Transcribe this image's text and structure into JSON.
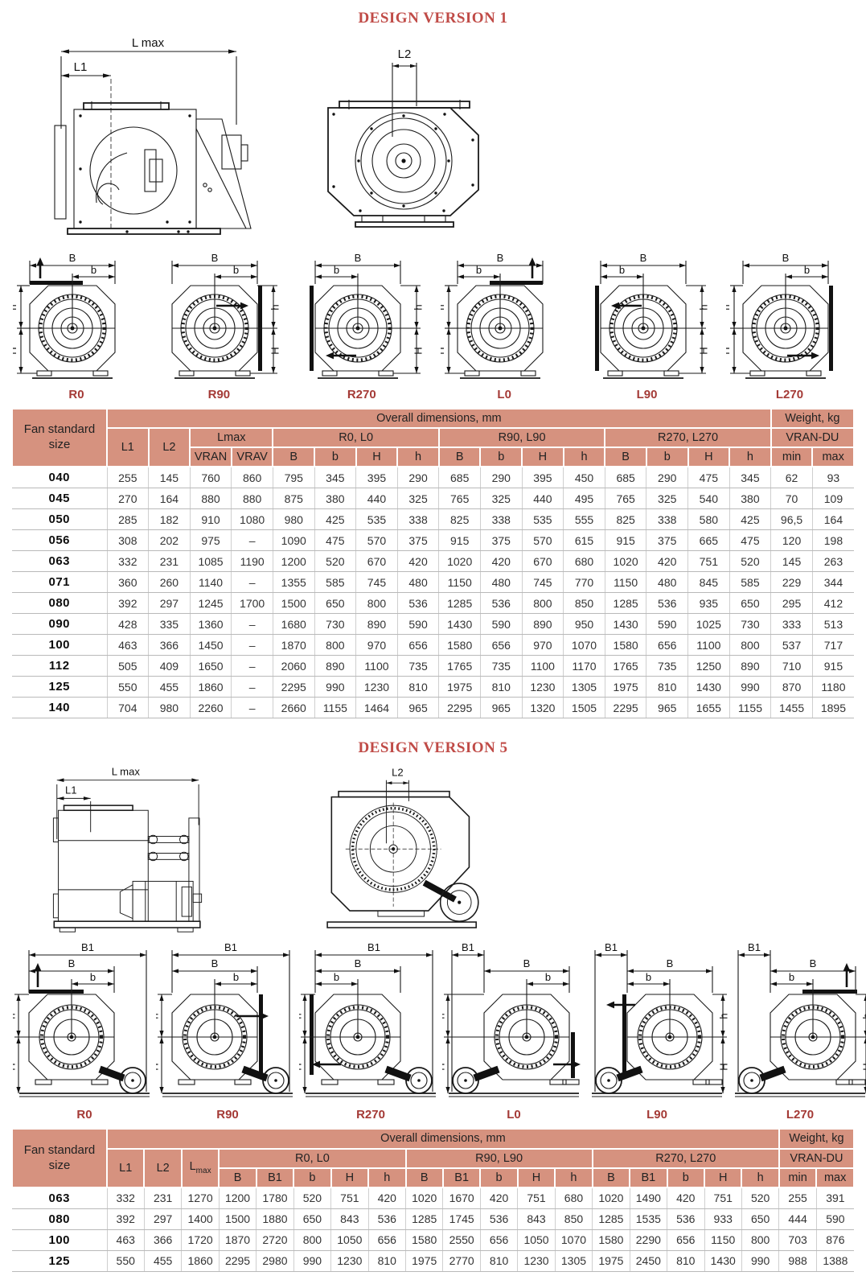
{
  "colors": {
    "title": "#c04b47",
    "diagram_label": "#a43a36",
    "table_header_bg": "#d6927f"
  },
  "sections": [
    {
      "title": "DESIGN VERSION 1",
      "drawing_labels": {
        "lmax": "L max",
        "l1": "L1",
        "l2": "L2"
      },
      "dim_labels": {
        "B": "B",
        "b": "b",
        "H": "H",
        "h": "h"
      },
      "orientations": [
        {
          "label": "R0",
          "arrow": "up"
        },
        {
          "label": "R90",
          "arrow": "right"
        },
        {
          "label": "R270",
          "arrow": "left"
        },
        {
          "label": "L0",
          "arrow": "up"
        },
        {
          "label": "L90",
          "arrow": "left"
        },
        {
          "label": "L270",
          "arrow": "right"
        }
      ],
      "table": {
        "corner": "Fan standard size",
        "overall": "Overall dimensions, mm",
        "weight": "Weight, kg",
        "col_l1": "L1",
        "col_l2": "L2",
        "col_lmax": "Lmax",
        "lmax_subcols": [
          "VRAN",
          "VRAV"
        ],
        "groups": [
          {
            "label": "R0, L0",
            "cols": [
              "B",
              "b",
              "H",
              "h"
            ]
          },
          {
            "label": "R90, L90",
            "cols": [
              "B",
              "b",
              "H",
              "h"
            ]
          },
          {
            "label": "R270, L270",
            "cols": [
              "B",
              "b",
              "H",
              "h"
            ]
          }
        ],
        "weight_group": {
          "label": "VRAN-DU",
          "cols": [
            "min",
            "max"
          ]
        },
        "rows": [
          {
            "size": "040",
            "values": [
              "255",
              "145",
              "760",
              "860",
              "795",
              "345",
              "395",
              "290",
              "685",
              "290",
              "395",
              "450",
              "685",
              "290",
              "475",
              "345",
              "62",
              "93"
            ]
          },
          {
            "size": "045",
            "values": [
              "270",
              "164",
              "880",
              "880",
              "875",
              "380",
              "440",
              "325",
              "765",
              "325",
              "440",
              "495",
              "765",
              "325",
              "540",
              "380",
              "70",
              "109"
            ]
          },
          {
            "size": "050",
            "values": [
              "285",
              "182",
              "910",
              "1080",
              "980",
              "425",
              "535",
              "338",
              "825",
              "338",
              "535",
              "555",
              "825",
              "338",
              "580",
              "425",
              "96,5",
              "164"
            ]
          },
          {
            "size": "056",
            "values": [
              "308",
              "202",
              "975",
              "–",
              "1090",
              "475",
              "570",
              "375",
              "915",
              "375",
              "570",
              "615",
              "915",
              "375",
              "665",
              "475",
              "120",
              "198"
            ]
          },
          {
            "size": "063",
            "values": [
              "332",
              "231",
              "1085",
              "1190",
              "1200",
              "520",
              "670",
              "420",
              "1020",
              "420",
              "670",
              "680",
              "1020",
              "420",
              "751",
              "520",
              "145",
              "263"
            ]
          },
          {
            "size": "071",
            "values": [
              "360",
              "260",
              "1140",
              "–",
              "1355",
              "585",
              "745",
              "480",
              "1150",
              "480",
              "745",
              "770",
              "1150",
              "480",
              "845",
              "585",
              "229",
              "344"
            ]
          },
          {
            "size": "080",
            "values": [
              "392",
              "297",
              "1245",
              "1700",
              "1500",
              "650",
              "800",
              "536",
              "1285",
              "536",
              "800",
              "850",
              "1285",
              "536",
              "935",
              "650",
              "295",
              "412"
            ]
          },
          {
            "size": "090",
            "values": [
              "428",
              "335",
              "1360",
              "–",
              "1680",
              "730",
              "890",
              "590",
              "1430",
              "590",
              "890",
              "950",
              "1430",
              "590",
              "1025",
              "730",
              "333",
              "513"
            ]
          },
          {
            "size": "100",
            "values": [
              "463",
              "366",
              "1450",
              "–",
              "1870",
              "800",
              "970",
              "656",
              "1580",
              "656",
              "970",
              "1070",
              "1580",
              "656",
              "1100",
              "800",
              "537",
              "717"
            ]
          },
          {
            "size": "112",
            "values": [
              "505",
              "409",
              "1650",
              "–",
              "2060",
              "890",
              "1100",
              "735",
              "1765",
              "735",
              "1100",
              "1170",
              "1765",
              "735",
              "1250",
              "890",
              "710",
              "915"
            ]
          },
          {
            "size": "125",
            "values": [
              "550",
              "455",
              "1860",
              "–",
              "2295",
              "990",
              "1230",
              "810",
              "1975",
              "810",
              "1230",
              "1305",
              "1975",
              "810",
              "1430",
              "990",
              "870",
              "1180"
            ]
          },
          {
            "size": "140",
            "values": [
              "704",
              "980",
              "2260",
              "–",
              "2660",
              "1155",
              "1464",
              "965",
              "2295",
              "965",
              "1320",
              "1505",
              "2295",
              "965",
              "1655",
              "1155",
              "1455",
              "1895"
            ]
          }
        ]
      }
    },
    {
      "title": "DESIGN VERSION 5",
      "drawing_labels": {
        "lmax": "L max",
        "l1": "L1",
        "l2": "L2"
      },
      "dim_labels": {
        "B": "B",
        "B1": "B1",
        "b": "b",
        "H": "H",
        "h": "h"
      },
      "orientations": [
        {
          "label": "R0",
          "arrow": "up"
        },
        {
          "label": "R90",
          "arrow": "right"
        },
        {
          "label": "R270",
          "arrow": "left"
        },
        {
          "label": "L0",
          "arrow": "right"
        },
        {
          "label": "L90",
          "arrow": "left"
        },
        {
          "label": "L270",
          "arrow": "up"
        }
      ],
      "table": {
        "corner": "Fan standard size",
        "overall": "Overall dimensions, mm",
        "weight": "Weight, kg",
        "col_l1": "L1",
        "col_l2": "L2",
        "col_lmax": "Lmax",
        "lmax_subscript": true,
        "groups": [
          {
            "label": "R0, L0",
            "cols": [
              "B",
              "B1",
              "b",
              "H",
              "h"
            ]
          },
          {
            "label": "R90, L90",
            "cols": [
              "B",
              "B1",
              "b",
              "H",
              "h"
            ]
          },
          {
            "label": "R270, L270",
            "cols": [
              "B",
              "B1",
              "b",
              "H",
              "h"
            ]
          }
        ],
        "weight_group": {
          "label": "VRAN-DU",
          "cols": [
            "min",
            "max"
          ]
        },
        "rows": [
          {
            "size": "063",
            "values": [
              "332",
              "231",
              "1270",
              "1200",
              "1780",
              "520",
              "751",
              "420",
              "1020",
              "1670",
              "420",
              "751",
              "680",
              "1020",
              "1490",
              "420",
              "751",
              "520",
              "255",
              "391"
            ]
          },
          {
            "size": "080",
            "values": [
              "392",
              "297",
              "1400",
              "1500",
              "1880",
              "650",
              "843",
              "536",
              "1285",
              "1745",
              "536",
              "843",
              "850",
              "1285",
              "1535",
              "536",
              "933",
              "650",
              "444",
              "590"
            ]
          },
          {
            "size": "100",
            "values": [
              "463",
              "366",
              "1720",
              "1870",
              "2720",
              "800",
              "1050",
              "656",
              "1580",
              "2550",
              "656",
              "1050",
              "1070",
              "1580",
              "2290",
              "656",
              "1150",
              "800",
              "703",
              "876"
            ]
          },
          {
            "size": "125",
            "values": [
              "550",
              "455",
              "1860",
              "2295",
              "2980",
              "990",
              "1230",
              "810",
              "1975",
              "2770",
              "810",
              "1230",
              "1305",
              "1975",
              "2450",
              "810",
              "1430",
              "990",
              "988",
              "1388"
            ]
          }
        ]
      }
    }
  ]
}
